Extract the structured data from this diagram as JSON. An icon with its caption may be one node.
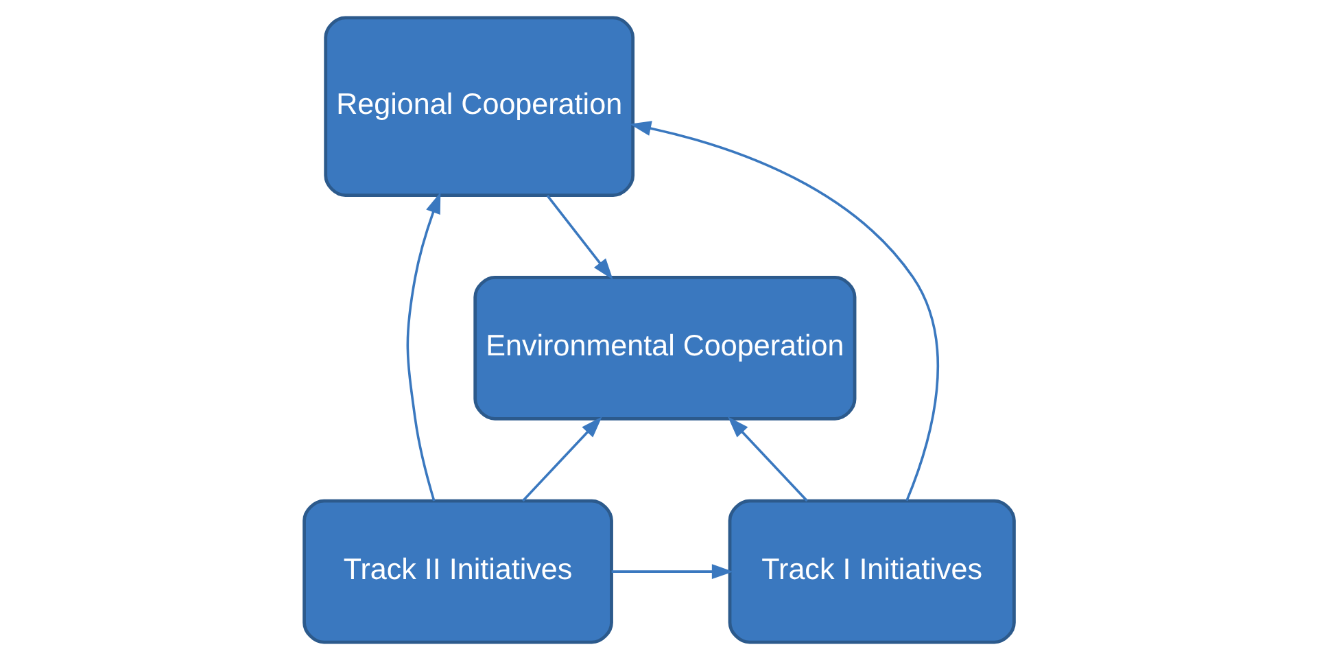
{
  "diagram": {
    "nodes": [
      {
        "text": [
          "Regional Cooperation"
        ]
      },
      {
        "text": [
          "Environmental Cooperation"
        ]
      },
      {
        "text": [
          "Track II Initiatives"
        ]
      },
      {
        "text": [
          "Track I Initiatives"
        ]
      }
    ],
    "edges": [
      {
        "from": 0,
        "to": 1,
        "arrow": "to"
      },
      {
        "from": 2,
        "to": 0,
        "arrow": "to"
      },
      {
        "from": 3,
        "to": 0,
        "arrow": "to"
      },
      {
        "from": 2,
        "to": 1,
        "arrow": "to"
      },
      {
        "from": 3,
        "to": 1,
        "arrow": "to"
      },
      {
        "from": 2,
        "to": 3,
        "arrow": "to"
      }
    ]
  }
}
